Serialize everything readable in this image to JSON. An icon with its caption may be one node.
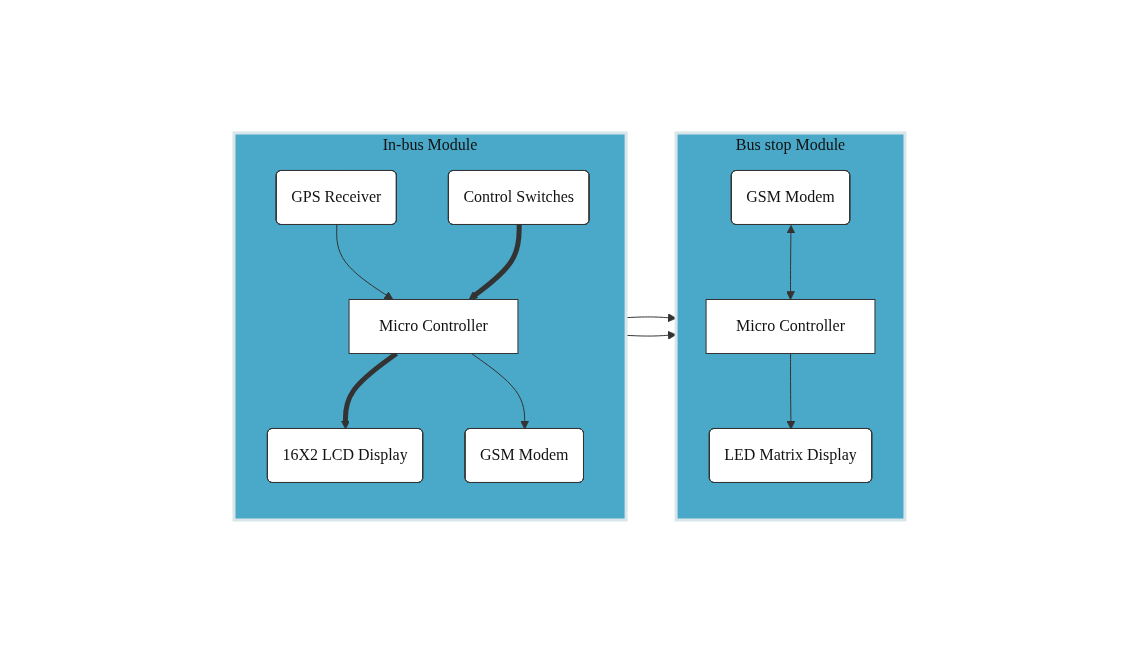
{
  "diagram": {
    "nodes": [
      {
        "text": [
          "In-bus Module"
        ]
      },
      {
        "text": [
          "16X2 LCD Display"
        ],
        "in": 0
      },
      {
        "text": [
          "GPS Receiver"
        ],
        "in": 0
      },
      {
        "text": [
          "Micro Controller"
        ],
        "in": 0
      },
      {
        "text": [
          "GSM Modem"
        ],
        "in": 0
      },
      {
        "text": [
          "Control Switches"
        ],
        "in": 0
      },
      {
        "text": [
          "Bus stop Module"
        ]
      },
      {
        "text": [
          "GSM Modem"
        ],
        "in": 6
      },
      {
        "text": [
          "Micro Controller"
        ],
        "in": 6
      },
      {
        "text": [
          "LED Matrix Display"
        ],
        "in": 6
      }
    ],
    "edges": [
      {
        "from": 3,
        "to": 1,
        "arrow": "to",
        "style": "thick"
      },
      {
        "from": 2,
        "to": 3,
        "arrow": "to"
      },
      {
        "from": 3,
        "to": 4,
        "arrow": "to"
      },
      {
        "from": 5,
        "to": 3,
        "arrow": "to",
        "style": "thick"
      },
      {
        "from": 7,
        "to": 8,
        "arrow": "both"
      },
      {
        "from": 8,
        "to": 9,
        "arrow": "to"
      },
      {
        "from": 0,
        "to": 6,
        "arrow": "to"
      },
      {
        "from": 0,
        "to": 6,
        "arrow": "to"
      }
    ]
  }
}
